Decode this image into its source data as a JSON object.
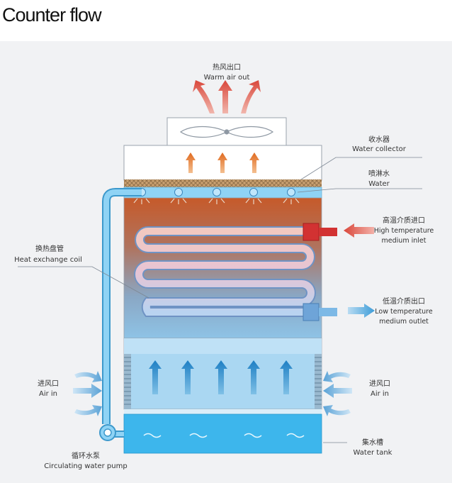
{
  "title": "Counter flow",
  "labels": {
    "warm_air_out": {
      "zh": "热风出口",
      "en": "Warm air out"
    },
    "water_collector": {
      "zh": "收水器",
      "en": "Water collector"
    },
    "water": {
      "zh": "喷淋水",
      "en": "Water"
    },
    "high_temp_inlet": {
      "zh": "高温介质进口",
      "en1": "High temperature",
      "en2": "medium inlet"
    },
    "heat_exchange_coil": {
      "zh": "换热盘管",
      "en": "Heat exchange coil"
    },
    "low_temp_outlet": {
      "zh": "低温介质出口",
      "en1": "Low temperature",
      "en2": "medium outlet"
    },
    "air_in_left": {
      "zh": "进风口",
      "en": "Air in"
    },
    "air_in_right": {
      "zh": "进风口",
      "en": "Air in"
    },
    "water_tank": {
      "zh": "集水槽",
      "en": "Water tank"
    },
    "pump": {
      "zh": "循环水泵",
      "en": "Circulating water pump"
    }
  },
  "colors": {
    "hot": "#c9442a",
    "cold": "#7fb6e0",
    "pipe": "#6fc3ec",
    "inlet_arrow": "#d9473b",
    "outlet_arrow": "#4aa6de",
    "air_arrow": "#67a8d8"
  }
}
